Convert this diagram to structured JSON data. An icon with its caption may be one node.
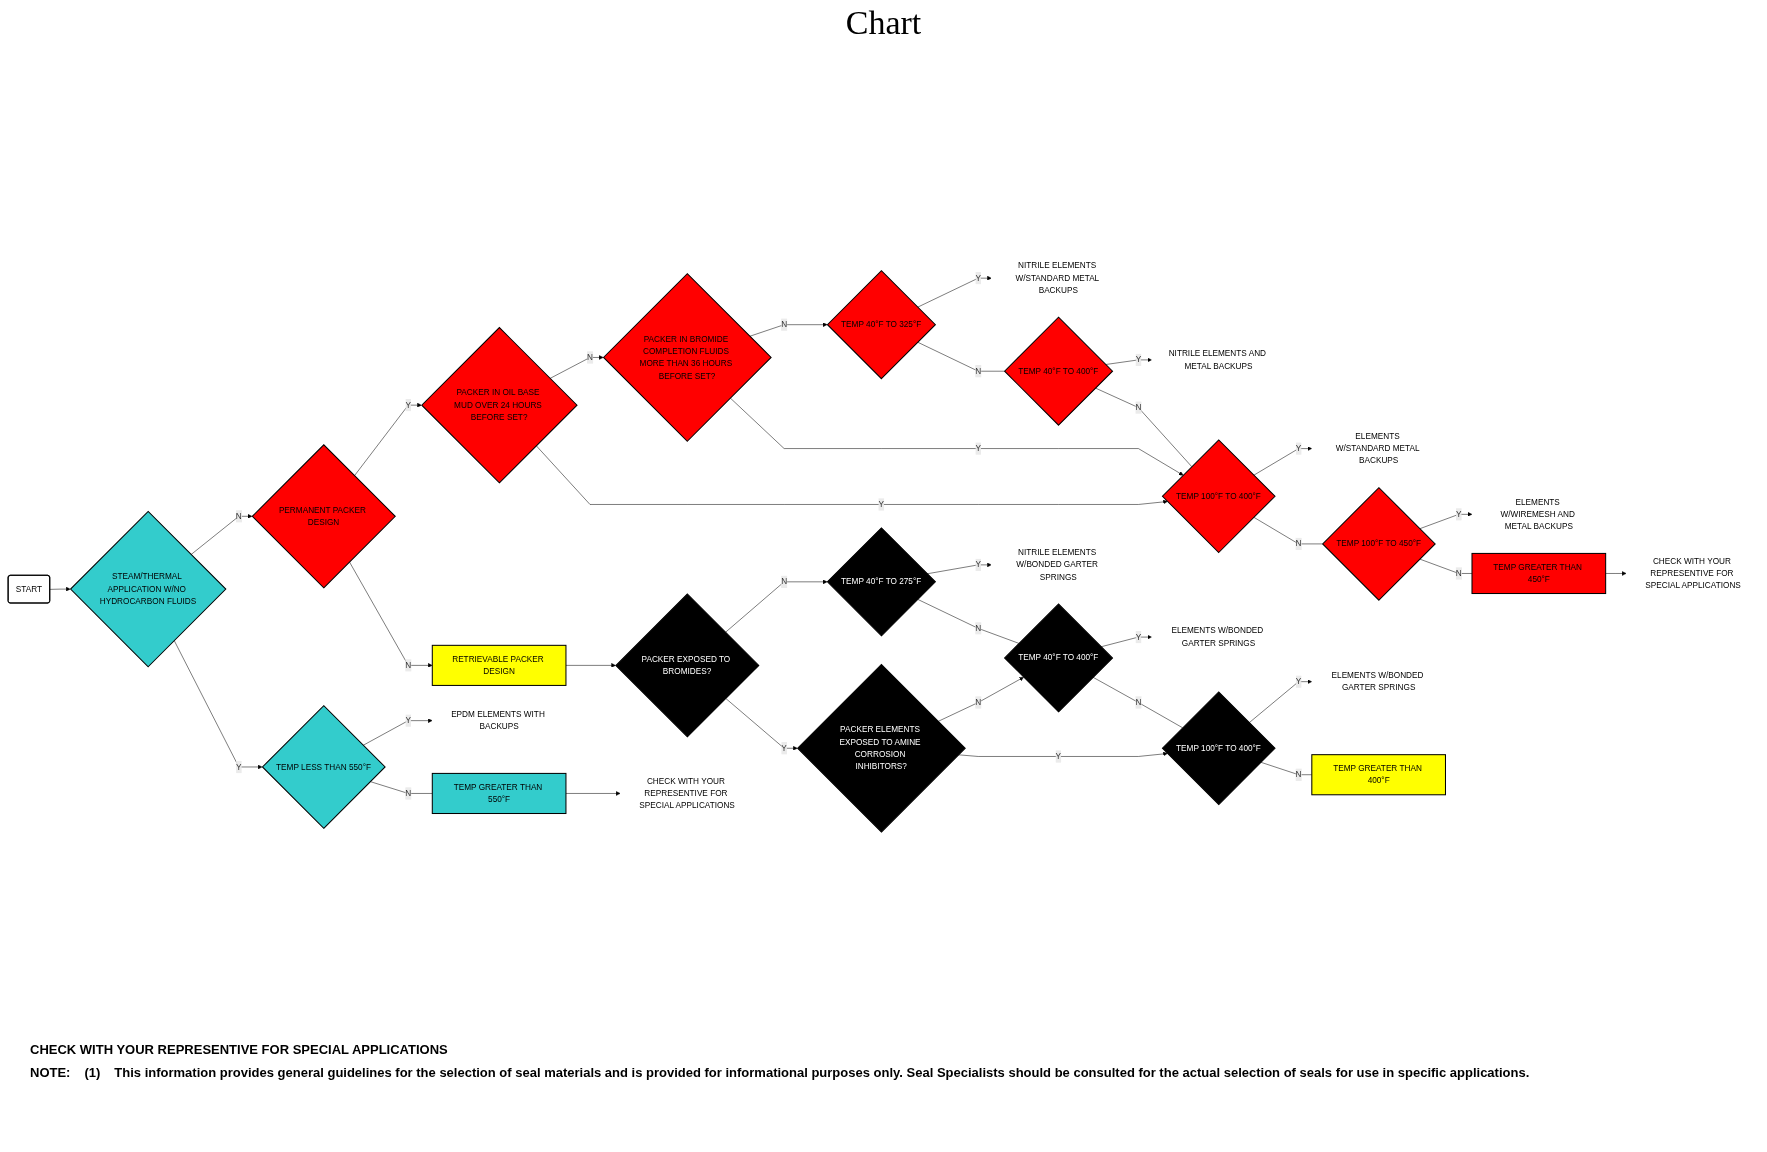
{
  "diagram": {
    "title": "Chart",
    "nodes": [
      {
        "text": [
          "START"
        ]
      },
      {
        "text": [
          "STEAM/THERMAL APPLICATION W/NO HYDROCARBON FLUIDS"
        ]
      },
      {
        "text": [
          "PERMANENT PACKER DESIGN"
        ]
      },
      {
        "text": [
          "PACKER IN OIL BASE MUD OVER 24 HOURS BEFORE SET?"
        ]
      },
      {
        "text": [
          "PACKER IN BROMIDE COMPLETION FLUIDS MORE THAN 36 HOURS BEFORE SET?"
        ]
      },
      {
        "text": [
          "TEMP 40°F TO 325°F"
        ]
      },
      {
        "text": [
          "NITRILE ELEMENTS W/STANDARD METAL BACKUPS"
        ]
      },
      {
        "text": [
          "TEMP 40°F TO 400°F"
        ]
      },
      {
        "text": [
          "NITRILE ELEMENTS AND METAL BACKUPS"
        ]
      },
      {
        "text": [
          "TEMP 100°F TO 400°F"
        ]
      },
      {
        "text": [
          "ELEMENTS W/STANDARD METAL BACKUPS"
        ]
      },
      {
        "text": [
          "TEMP 100°F TO 450°F"
        ]
      },
      {
        "text": [
          "ELEMENTS W/WIREMESH AND METAL BACKUPS"
        ]
      },
      {
        "text": [
          "TEMP GREATER THAN 450°F"
        ]
      },
      {
        "text": [
          "CHECK WITH YOUR REPRESENTIVE FOR SPECIAL APPLICATIONS"
        ]
      },
      {
        "text": [
          "RETRIEVABLE PACKER DESIGN"
        ]
      },
      {
        "text": [
          "PACKER EXPOSED TO BROMIDES?"
        ]
      },
      {
        "text": [
          "TEMP 40°F TO 275°F"
        ]
      },
      {
        "text": [
          "NITRILE ELEMENTS W/BONDED GARTER SPRINGS"
        ]
      },
      {
        "text": [
          "PACKER ELEMENTS EXPOSED TO AMINE CORROSION INHIBITORS?"
        ]
      },
      {
        "text": [
          "TEMP 40°F TO 400°F"
        ]
      },
      {
        "text": [
          "ELEMENTS W/BONDED GARTER SPRINGS"
        ]
      },
      {
        "text": [
          "TEMP 100°F TO 400°F"
        ]
      },
      {
        "text": [
          "ELEMENTS W/BONDED GARTER SPRINGS"
        ]
      },
      {
        "text": [
          "TEMP GREATER THAN 400°F"
        ]
      },
      {
        "text": [
          "TEMP LESS THAN 550°F"
        ]
      },
      {
        "text": [
          "EPDM ELEMENTS WITH BACKUPS"
        ]
      },
      {
        "text": [
          "TEMP GREATER THAN 550°F"
        ]
      },
      {
        "text": [
          "CHECK WITH YOUR REPRESENTIVE FOR SPECIAL APPLICATIONS"
        ]
      }
    ],
    "edges": [
      {
        "from": 0,
        "to": 1,
        "arrow": "to"
      },
      {
        "from": 1,
        "to": 2,
        "label": "N",
        "arrow": "to"
      },
      {
        "from": 1,
        "to": 25,
        "label": "Y",
        "arrow": "to"
      },
      {
        "from": 2,
        "to": 3,
        "label": "Y",
        "arrow": "to"
      },
      {
        "from": 2,
        "to": 15,
        "label": "N",
        "arrow": "to"
      },
      {
        "from": 3,
        "to": 4,
        "label": "N",
        "arrow": "to"
      },
      {
        "from": 3,
        "to": 9,
        "label": "Y",
        "arrow": "to"
      },
      {
        "from": 4,
        "to": 5,
        "label": "N",
        "arrow": "to"
      },
      {
        "from": 4,
        "to": 9,
        "label": "Y",
        "arrow": "to"
      },
      {
        "from": 5,
        "to": 6,
        "label": "Y",
        "arrow": "to"
      },
      {
        "from": 5,
        "to": 7,
        "label": "N",
        "arrow": "none"
      },
      {
        "from": 7,
        "to": 8,
        "label": "Y",
        "arrow": "to"
      },
      {
        "from": 7,
        "to": 9,
        "label": "N",
        "arrow": "none"
      },
      {
        "from": 9,
        "to": 10,
        "label": "Y",
        "arrow": "to"
      },
      {
        "from": 9,
        "to": 11,
        "label": "N",
        "arrow": "none"
      },
      {
        "from": 11,
        "to": 12,
        "label": "Y",
        "arrow": "to"
      },
      {
        "from": 11,
        "to": 13,
        "label": "N",
        "arrow": "none"
      },
      {
        "from": 13,
        "to": 14,
        "arrow": "to"
      },
      {
        "from": 15,
        "to": 16,
        "arrow": "to"
      },
      {
        "from": 16,
        "to": 17,
        "label": "N",
        "arrow": "to"
      },
      {
        "from": 16,
        "to": 19,
        "label": "Y",
        "arrow": "to"
      },
      {
        "from": 17,
        "to": 18,
        "label": "Y",
        "arrow": "to"
      },
      {
        "from": 17,
        "to": 20,
        "label": "N",
        "arrow": "none"
      },
      {
        "from": 19,
        "to": 20,
        "label": "N",
        "arrow": "to"
      },
      {
        "from": 19,
        "to": 22,
        "label": "Y",
        "arrow": "to"
      },
      {
        "from": 20,
        "to": 21,
        "label": "Y",
        "arrow": "to"
      },
      {
        "from": 20,
        "to": 22,
        "label": "N",
        "arrow": "none"
      },
      {
        "from": 22,
        "to": 23,
        "label": "Y",
        "arrow": "to"
      },
      {
        "from": 22,
        "to": 24,
        "label": "N",
        "arrow": "none"
      },
      {
        "from": 25,
        "to": 26,
        "label": "Y",
        "arrow": "to"
      },
      {
        "from": 25,
        "to": 27,
        "label": "N",
        "arrow": "none"
      },
      {
        "from": 27,
        "to": 28,
        "arrow": "to"
      }
    ],
    "labels": [
      "CHECK WITH YOUR REPRESENTIVE FOR SPECIAL APPLICATIONS",
      "NOTE:",
      "(1)",
      "This information provides general guidelines for the selection of seal materials and is provided for informational purposes only. Seal Specialists should be consulted for the actual selection of seals for use in specific applications."
    ]
  }
}
